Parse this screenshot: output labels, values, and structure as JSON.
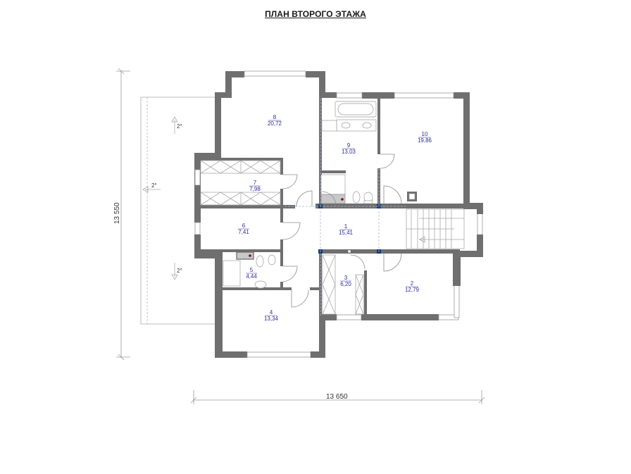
{
  "title": "ПЛАН ВТОРОГО ЭТАЖА",
  "dimensions": {
    "height": "13 550",
    "width": "13 650"
  },
  "slope_markers": [
    {
      "label": "2°",
      "direction": "up"
    },
    {
      "label": "2°",
      "direction": "left"
    },
    {
      "label": "2°",
      "direction": "down"
    }
  ],
  "rooms": [
    {
      "number": "1",
      "area": "15,41"
    },
    {
      "number": "2",
      "area": "12,79"
    },
    {
      "number": "3",
      "area": "6,20"
    },
    {
      "number": "4",
      "area": "13,34"
    },
    {
      "number": "5",
      "area": "4,44"
    },
    {
      "number": "6",
      "area": "7,41"
    },
    {
      "number": "7",
      "area": "7,98"
    },
    {
      "number": "8",
      "area": "20,72"
    },
    {
      "number": "9",
      "area": "13,03"
    },
    {
      "number": "10",
      "area": "19,86"
    }
  ],
  "colors": {
    "wall": "#6f6f6f",
    "room_label": "#2d2d9a",
    "column": "#123a78"
  }
}
